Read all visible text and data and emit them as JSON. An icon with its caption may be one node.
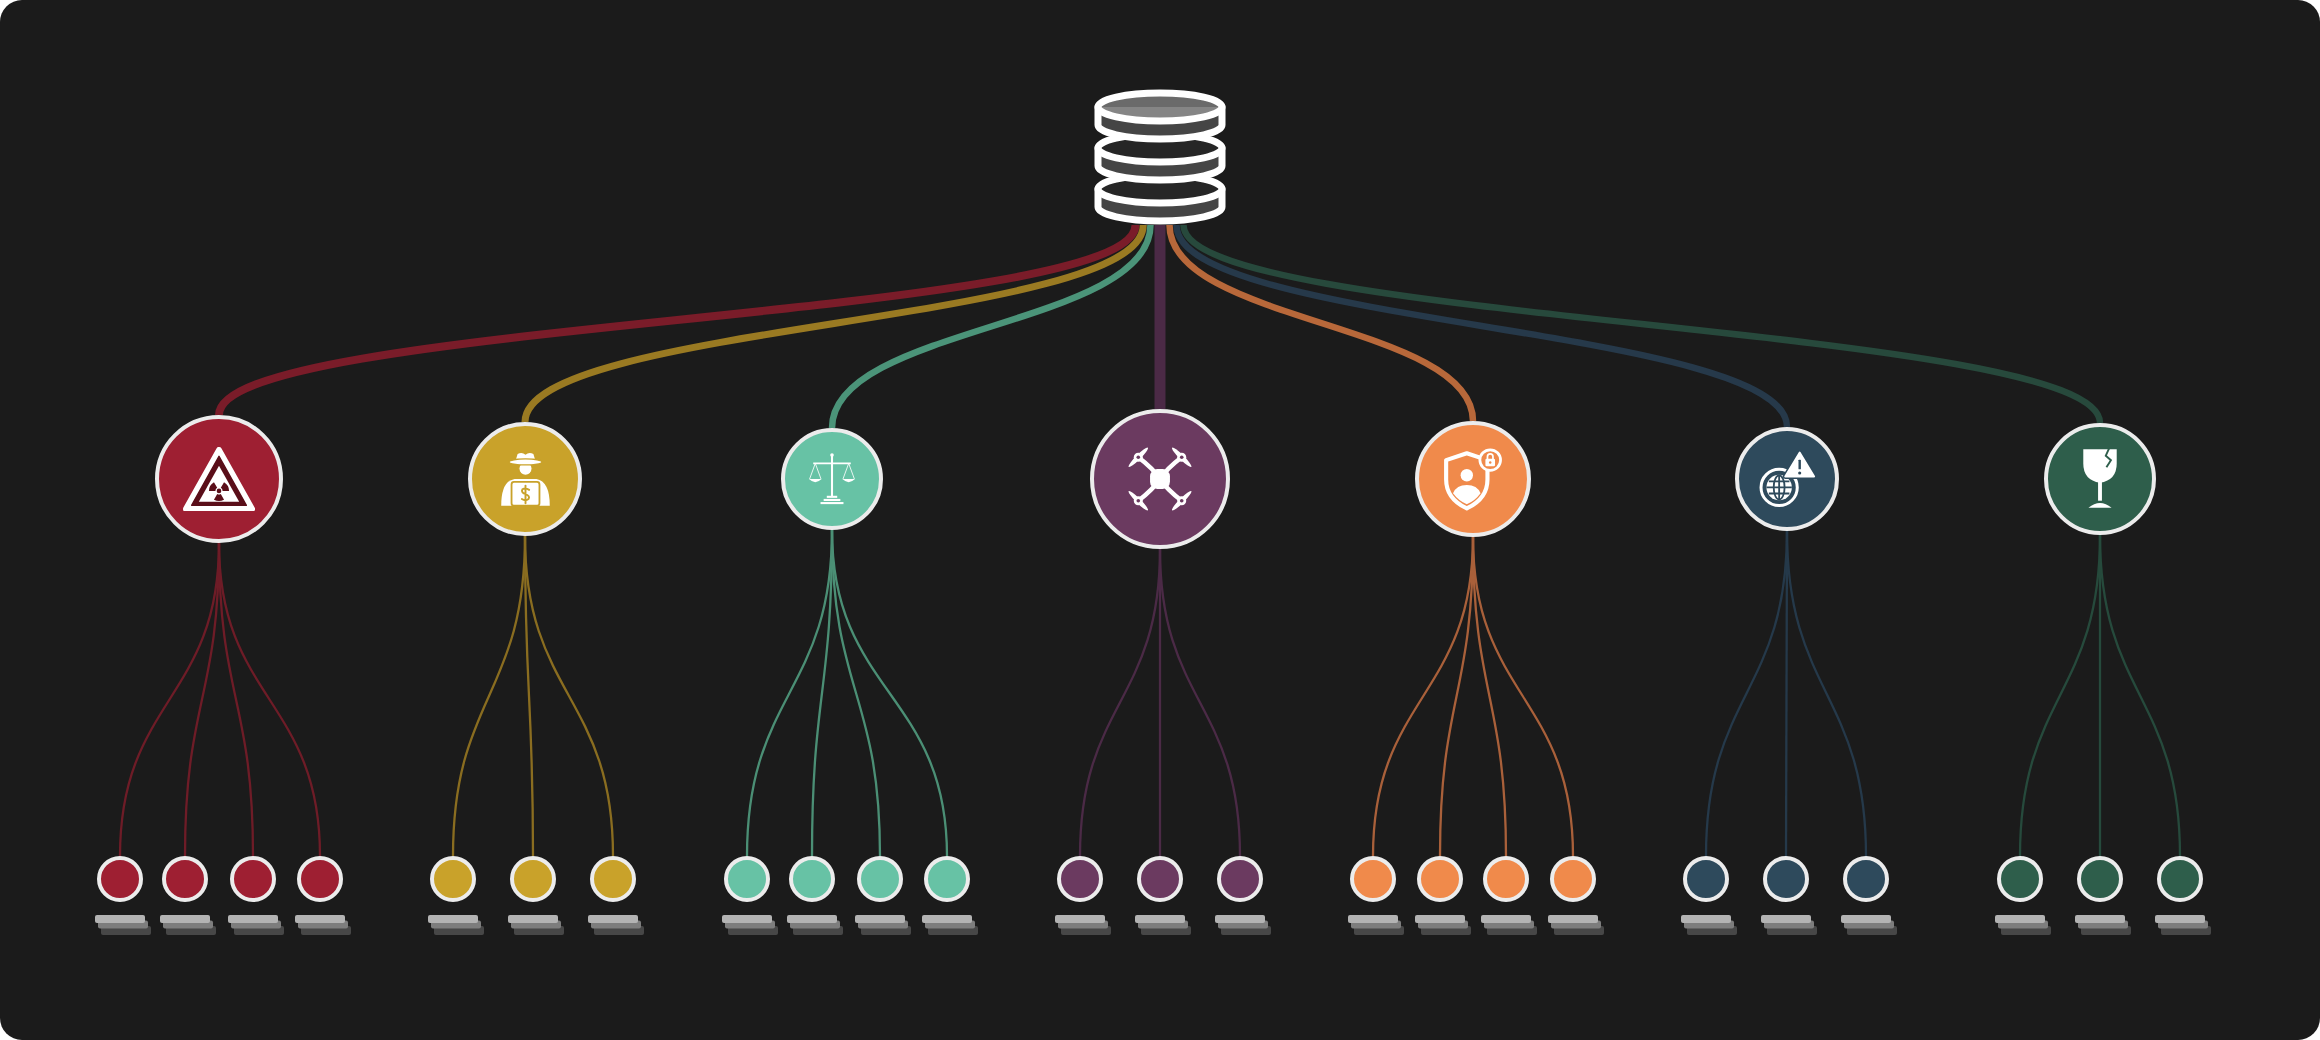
{
  "diagram": {
    "nodes": [
      {
        "text": [],
        "shape": "cylinder"
      },
      {
        "text": [],
        "shape": "circle"
      },
      {
        "text": [],
        "shape": "circle"
      },
      {
        "text": [],
        "shape": "circle"
      },
      {
        "text": [],
        "shape": "circle"
      },
      {
        "text": [],
        "shape": "circle"
      },
      {
        "text": [],
        "shape": "circle"
      },
      {
        "text": [],
        "shape": "circle"
      },
      {
        "text": [],
        "shape": "circle"
      },
      {
        "text": [],
        "shape": "circle"
      },
      {
        "text": [],
        "shape": "circle"
      },
      {
        "text": [],
        "shape": "circle"
      },
      {
        "text": [],
        "shape": "circle"
      },
      {
        "text": [],
        "shape": "circle"
      },
      {
        "text": [],
        "shape": "circle"
      },
      {
        "text": [],
        "shape": "circle"
      },
      {
        "text": [],
        "shape": "circle"
      },
      {
        "text": [],
        "shape": "circle"
      },
      {
        "text": [],
        "shape": "circle"
      },
      {
        "text": [],
        "shape": "circle"
      },
      {
        "text": [],
        "shape": "circle"
      },
      {
        "text": [],
        "shape": "circle"
      },
      {
        "text": [],
        "shape": "circle"
      },
      {
        "text": [],
        "shape": "circle"
      },
      {
        "text": [],
        "shape": "circle"
      },
      {
        "text": [],
        "shape": "circle"
      },
      {
        "text": [],
        "shape": "circle"
      },
      {
        "text": [],
        "shape": "circle"
      },
      {
        "text": [],
        "shape": "circle"
      },
      {
        "text": [],
        "shape": "circle"
      },
      {
        "text": [],
        "shape": "circle"
      },
      {
        "text": [],
        "shape": "circle"
      }
    ],
    "edges": [
      {
        "from": 0,
        "to": 1,
        "arrow": "none",
        "style": "thick",
        "color": "#7a1c29"
      },
      {
        "from": 0,
        "to": 2,
        "arrow": "none",
        "style": "thick",
        "color": "#9a7a22"
      },
      {
        "from": 0,
        "to": 3,
        "arrow": "none",
        "style": "thick",
        "color": "#4b9479"
      },
      {
        "from": 0,
        "to": 4,
        "arrow": "none",
        "style": "thick",
        "color": "#4b2a46"
      },
      {
        "from": 0,
        "to": 5,
        "arrow": "none",
        "style": "thick",
        "color": "#b8683a"
      },
      {
        "from": 0,
        "to": 6,
        "arrow": "none",
        "style": "thick",
        "color": "#26394a"
      },
      {
        "from": 0,
        "to": 7,
        "arrow": "none",
        "style": "thick",
        "color": "#27493c"
      },
      {
        "from": 1,
        "to": 8,
        "arrow": "none",
        "color": "#6e1c27"
      },
      {
        "from": 1,
        "to": 9,
        "arrow": "none",
        "color": "#6e1c27"
      },
      {
        "from": 1,
        "to": 10,
        "arrow": "none",
        "color": "#6e1c27"
      },
      {
        "from": 1,
        "to": 11,
        "arrow": "none",
        "color": "#6e1c27"
      },
      {
        "from": 2,
        "to": 12,
        "arrow": "none",
        "color": "#8a6d20"
      },
      {
        "from": 2,
        "to": 13,
        "arrow": "none",
        "color": "#8a6d20"
      },
      {
        "from": 2,
        "to": 14,
        "arrow": "none",
        "color": "#8a6d20"
      },
      {
        "from": 3,
        "to": 15,
        "arrow": "none",
        "color": "#4b8f75"
      },
      {
        "from": 3,
        "to": 16,
        "arrow": "none",
        "color": "#4b8f75"
      },
      {
        "from": 3,
        "to": 17,
        "arrow": "none",
        "color": "#4b8f75"
      },
      {
        "from": 3,
        "to": 18,
        "arrow": "none",
        "color": "#4b8f75"
      },
      {
        "from": 4,
        "to": 19,
        "arrow": "none",
        "color": "#4b2a46"
      },
      {
        "from": 4,
        "to": 20,
        "arrow": "none",
        "color": "#4b2a46"
      },
      {
        "from": 4,
        "to": 21,
        "arrow": "none",
        "color": "#4b2a46"
      },
      {
        "from": 5,
        "to": 22,
        "arrow": "none",
        "color": "#a9603a"
      },
      {
        "from": 5,
        "to": 23,
        "arrow": "none",
        "color": "#a9603a"
      },
      {
        "from": 5,
        "to": 24,
        "arrow": "none",
        "color": "#a9603a"
      },
      {
        "from": 5,
        "to": 25,
        "arrow": "none",
        "color": "#a9603a"
      },
      {
        "from": 6,
        "to": 26,
        "arrow": "none",
        "color": "#25394a"
      },
      {
        "from": 6,
        "to": 27,
        "arrow": "none",
        "color": "#25394a"
      },
      {
        "from": 6,
        "to": 28,
        "arrow": "none",
        "color": "#25394a"
      },
      {
        "from": 7,
        "to": 29,
        "arrow": "none",
        "color": "#264a3c"
      },
      {
        "from": 7,
        "to": 30,
        "arrow": "none",
        "color": "#264a3c"
      },
      {
        "from": 7,
        "to": 31,
        "arrow": "none",
        "color": "#264a3c"
      }
    ]
  }
}
